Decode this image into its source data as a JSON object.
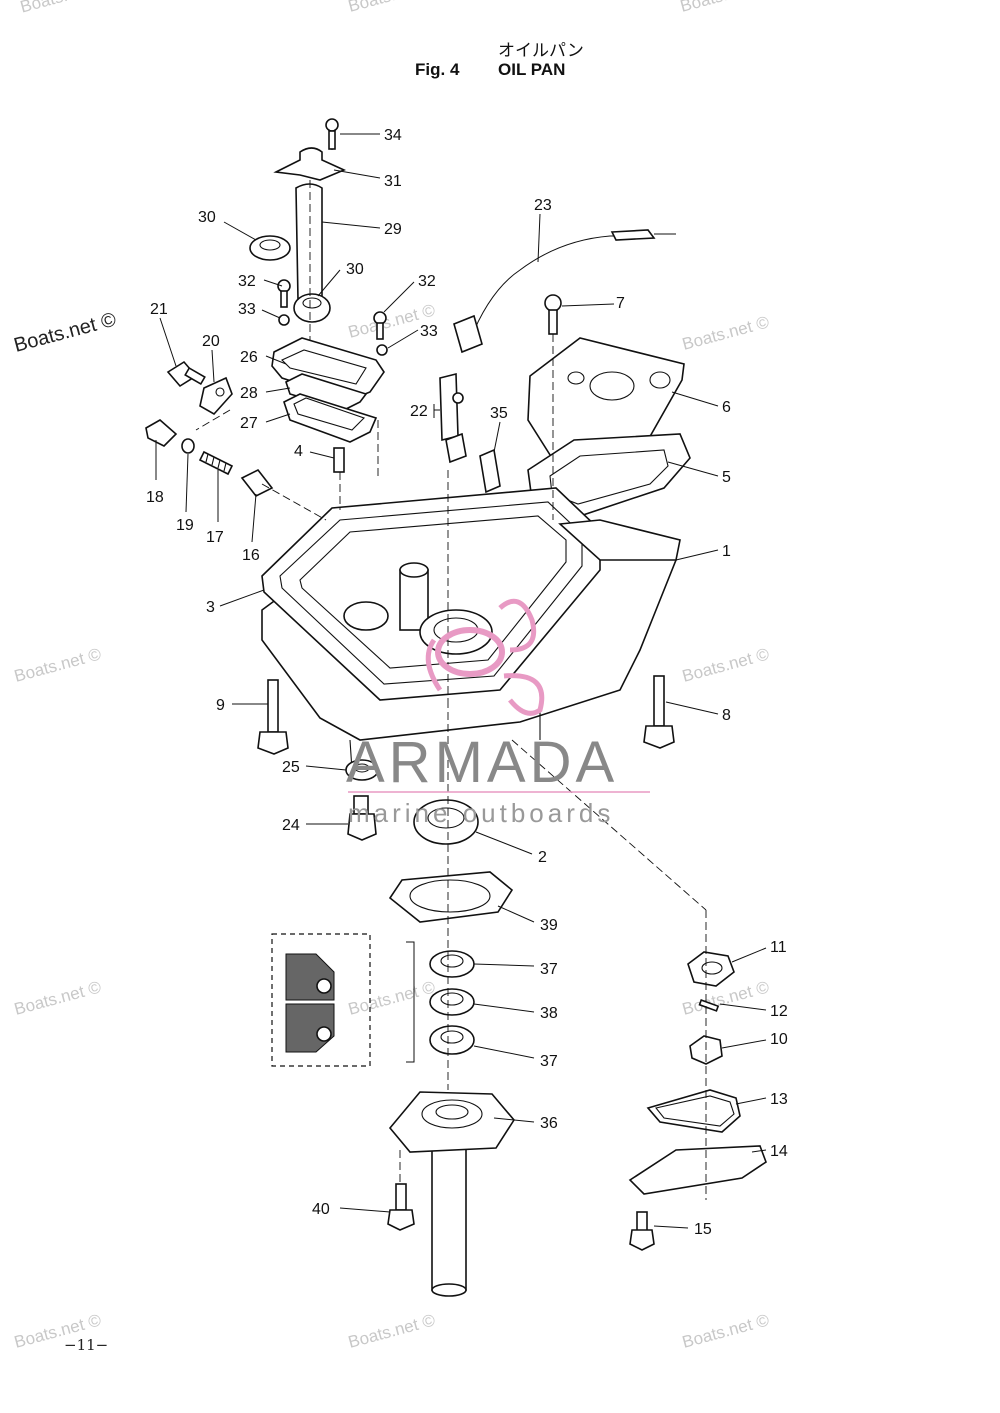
{
  "header": {
    "title_jp": "オイルパン",
    "fig_label": "Fig. 4",
    "title": "OIL PAN"
  },
  "footer": {
    "page_number": "−11−"
  },
  "watermarks": {
    "site": "Boats.net ©",
    "logo_name": "ARMADA",
    "logo_tagline": "marine outboards"
  },
  "colors": {
    "logo_pink": "#e89ac4",
    "line": "#111111",
    "watermark": "#c8c8c8"
  },
  "callouts": {
    "c1": "1",
    "c2": "2",
    "c3": "3",
    "c4": "4",
    "c5": "5",
    "c6": "6",
    "c7": "7",
    "c8": "8",
    "c9": "9",
    "c10": "10",
    "c11": "11",
    "c12": "12",
    "c13": "13",
    "c14": "14",
    "c15": "15",
    "c16": "16",
    "c17": "17",
    "c18": "18",
    "c19": "19",
    "c20": "20",
    "c21": "21",
    "c22": "22",
    "c23": "23",
    "c24": "24",
    "c25": "25",
    "c26": "26",
    "c27": "27",
    "c28": "28",
    "c29": "29",
    "c30a": "30",
    "c30b": "30",
    "c31": "31",
    "c32a": "32",
    "c32b": "32",
    "c33a": "33",
    "c33b": "33",
    "c34": "34",
    "c35": "35",
    "c36": "36",
    "c37a": "37",
    "c37b": "37",
    "c38": "38",
    "c39": "39",
    "c40": "40"
  }
}
